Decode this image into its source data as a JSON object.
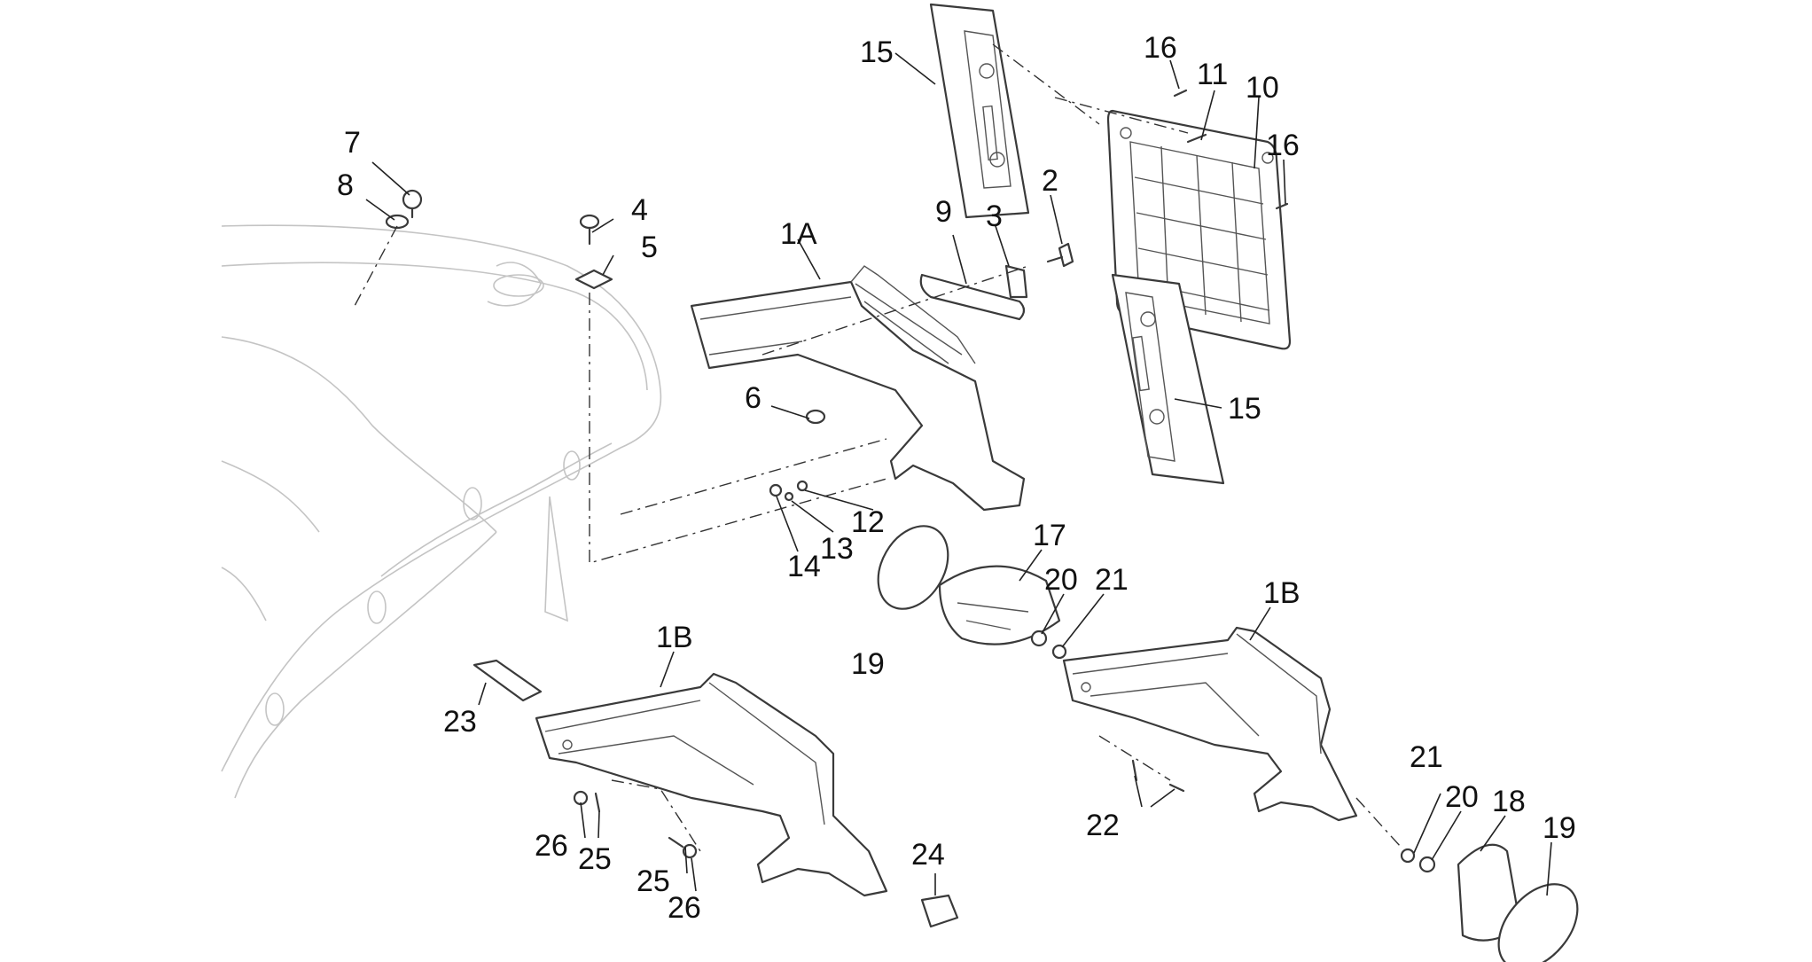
{
  "callouts": {
    "c1A": "1A",
    "c1B_left": "1B",
    "c1B_right": "1B",
    "c2": "2",
    "c3": "3",
    "c4": "4",
    "c5": "5",
    "c6": "6",
    "c7": "7",
    "c8": "8",
    "c9": "9",
    "c10": "10",
    "c11": "11",
    "c12": "12",
    "c13": "13",
    "c14": "14",
    "c15_top": "15",
    "c15_bottom": "15",
    "c16_top": "16",
    "c16_right": "16",
    "c17": "17",
    "c18": "18",
    "c19_left": "19",
    "c19_right": "19",
    "c20_top": "20",
    "c20_bottom": "20",
    "c21_top": "21",
    "c21_bottom": "21",
    "c22": "22",
    "c23": "23",
    "c24": "24",
    "c25_a": "25",
    "c25_b": "25",
    "c26_a": "26",
    "c26_b": "26"
  }
}
